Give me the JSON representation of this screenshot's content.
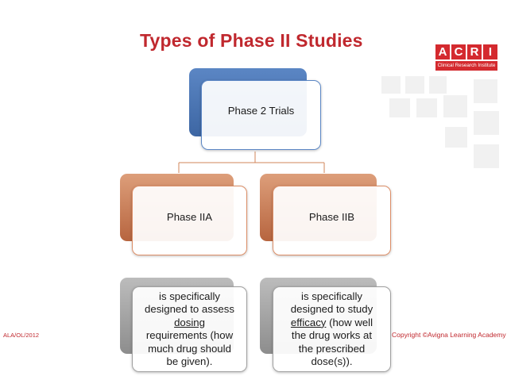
{
  "slide": {
    "title": "Types of Phase II Studies",
    "footer_left": "ALA/OL/2012",
    "footer_right": "Copyright ©Avigna Learning Academy"
  },
  "logo": {
    "letters": [
      "A",
      "C",
      "R",
      "I"
    ],
    "subtitle": "Clinical Research Institute"
  },
  "org_chart": {
    "root": {
      "label": "Phase 2 Trials"
    },
    "branches": [
      {
        "label": "Phase IIA",
        "description": {
          "line1": "is specifically",
          "line2": "designed to assess",
          "keyword": "dosing",
          "line4": "requirements (how",
          "line5": "much drug should",
          "line6": "be given)."
        }
      },
      {
        "label": "Phase IIB",
        "description": {
          "line1": "is specifically",
          "line2": "designed to study",
          "keyword": "efficacy",
          "keyword_suffix": " (how well",
          "line4": "the drug works at",
          "line5": "the prescribed",
          "line6": "dose(s))."
        }
      }
    ]
  },
  "colors": {
    "title": "#c0282e",
    "root_accent": "#4a74b3",
    "branch_accent": "#c97550",
    "description_accent": "#9e9e9e",
    "connector": "#d0855a"
  }
}
